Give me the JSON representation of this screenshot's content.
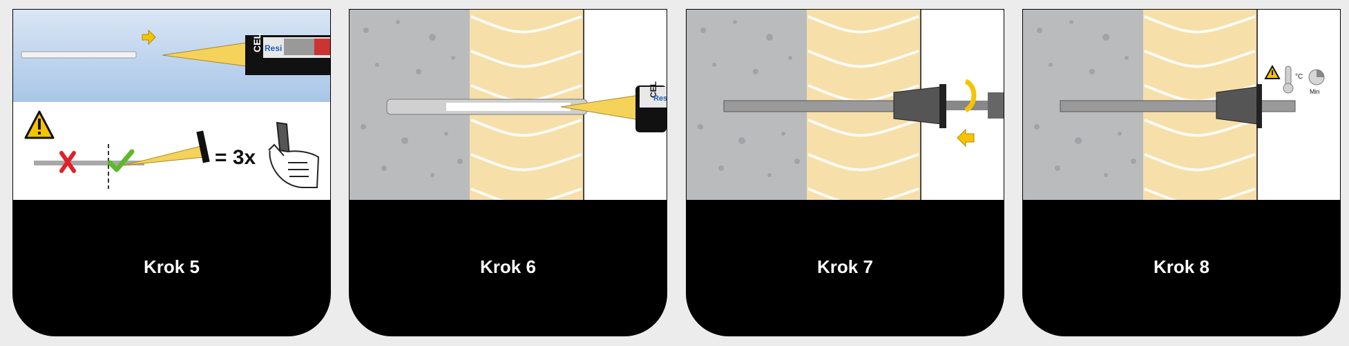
{
  "steps": [
    {
      "label": "Krok 5",
      "multiplier": "= 3x",
      "cartridge_text": "CEL",
      "cartridge_sub": "Resi"
    },
    {
      "label": "Krok 6",
      "cartridge_text": "CEL",
      "cartridge_sub": "Resi"
    },
    {
      "label": "Krok 7"
    },
    {
      "label": "Krok 8",
      "temp_unit": "°C",
      "time_unit": "Min"
    }
  ],
  "colors": {
    "concrete": "#b9bbbd",
    "insulation": "#f6dfa9",
    "nozzle": "#f5d25a",
    "arrow": "#f5c400",
    "check": "#5fb82a",
    "cross": "#e0202b",
    "label_bg": "#000000",
    "page_bg": "#ececec"
  }
}
